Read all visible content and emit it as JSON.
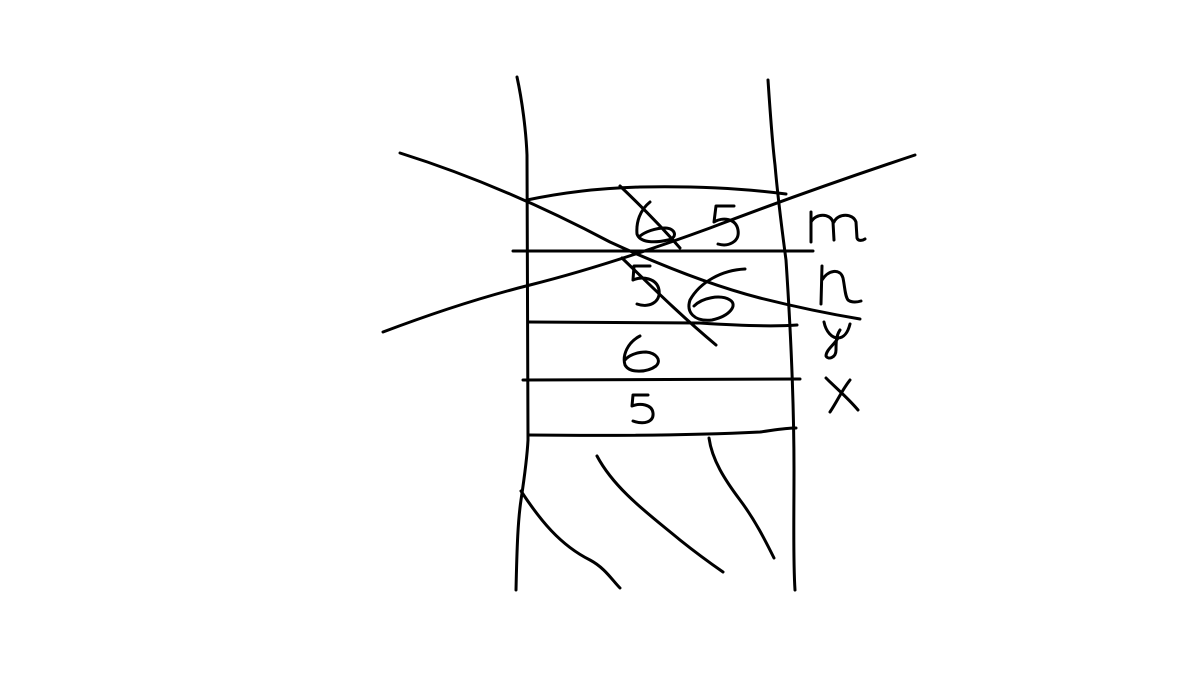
{
  "colors": {
    "background": "#ffffff",
    "ink": "#000000"
  },
  "sketch": {
    "slabs": [
      {
        "digits": [
          "6",
          "5"
        ],
        "label": "m"
      },
      {
        "digits": [
          "5",
          "6"
        ],
        "label": "n"
      },
      {
        "digits": [
          "6"
        ],
        "label": "y"
      },
      {
        "digits": [
          "5"
        ],
        "label": "x"
      }
    ]
  }
}
